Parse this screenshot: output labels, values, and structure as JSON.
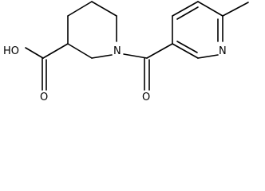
{
  "structure": {
    "atoms": {
      "hydroxyl": "HO",
      "carbonyl_oxygen_acid": "O",
      "piperidine_nitrogen": "N",
      "amide_oxygen": "O",
      "pyridine_nitrogen": "N"
    }
  }
}
